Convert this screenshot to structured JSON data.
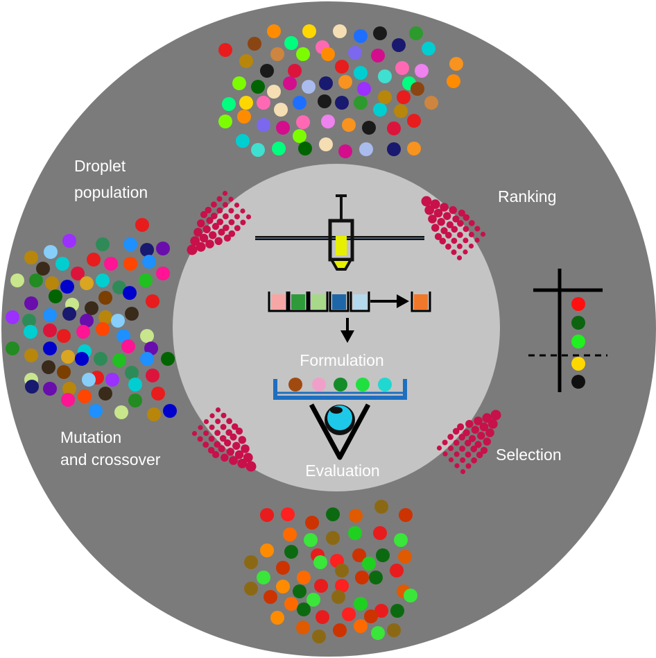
{
  "labels": {
    "droplet_line1": "Droplet",
    "droplet_line2": "population",
    "ranking": "Ranking",
    "selection": "Selection",
    "mutation_line1": "Mutation",
    "mutation_line2": "and crossover",
    "formulation": "Formulation",
    "evaluation": "Evaluation"
  },
  "colors": {
    "outer_disk": "#7b7b7b",
    "inner_disk": "#c4c4c4",
    "arrow_dots": "#c8104a",
    "pipette_yellow": "#e6f000",
    "dish_blue": "#1e6fc0",
    "eye_cyan": "#1ec8e8"
  },
  "icons": [
    "pipette-icon",
    "beaker-icon",
    "petri-dish-icon",
    "eye-icon",
    "ranking-axis-icon"
  ],
  "beakers": {
    "sources": [
      "#f7a6a6",
      "#2f9a3a",
      "#a8d88a",
      "#1f66a8",
      "#b4d8ec"
    ],
    "result": "#f0782a"
  },
  "dish_droplets": [
    "#a04a10",
    "#f0a0c8",
    "#148c28",
    "#20e040",
    "#20d8d0"
  ],
  "ranking_droplets": [
    "#ff1010",
    "#0c6410",
    "#20f020",
    "#ffd800",
    "#101010"
  ],
  "populations": {
    "top": {
      "palette": [
        "#e81c1c",
        "#2d9a2d",
        "#f7931e",
        "#1e6fff",
        "#d40d8c",
        "#ffd700",
        "#7cfc00",
        "#8b4513",
        "#00ced1",
        "#9b30ff",
        "#1a1a1a",
        "#aabbee",
        "#ff69b4",
        "#006400",
        "#ff8c00",
        "#40e0d0",
        "#b8860b",
        "#dc143c",
        "#191970",
        "#ee82ee",
        "#f5deb3",
        "#7b68ee",
        "#00ff7f",
        "#cd853f"
      ]
    },
    "left": {
      "palette": [
        "#e81c1c",
        "#20c020",
        "#1e90ff",
        "#006400",
        "#b8860b",
        "#7b3f00",
        "#00ced1",
        "#9b30ff",
        "#ff1493",
        "#191970",
        "#c8e68c",
        "#87cefa",
        "#0000cd",
        "#dc143c",
        "#2e8b57",
        "#ff4500",
        "#6a0dad",
        "#228b22",
        "#3a2a1a",
        "#daa520"
      ]
    },
    "bottom": {
      "palette": [
        "#e81c1c",
        "#ff6a00",
        "#0b6a10",
        "#20d020",
        "#cc3300",
        "#ff8c00",
        "#8b6914",
        "#ff2020",
        "#39e639",
        "#e05a00"
      ]
    }
  }
}
